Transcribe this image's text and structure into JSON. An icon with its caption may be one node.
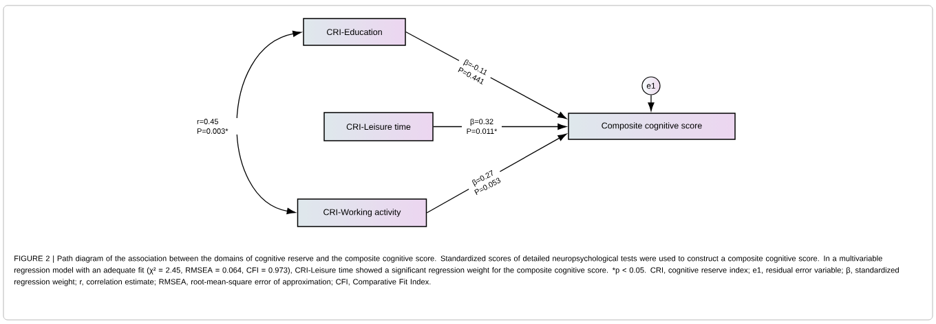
{
  "diagram": {
    "caption": "FIGURE 2 | Path diagram of the association between the domains of cognitive reserve and the composite cognitive score. Standardized scores of detailed neuropsychological tests were used to construct a composite cognitive score. In a multivariable regression model with an adequate fit (χ² = 2.45, RMSEA = 0.064, CFI = 0.973), CRI-Leisure time showed a significant regression weight for the composite cognitive score. *p < 0.05. CRI, cognitive reserve index; e1, residual error variable; β, standardized regression weight; r, correlation estimate; RMSEA, root-mean-square error of approximation; CFI, Comparative Fit Index.",
    "nodes": [
      {
        "text": [
          "CRI-Education"
        ]
      },
      {
        "text": [
          "CRI-Leisure time"
        ]
      },
      {
        "text": [
          "CRI-Working activity"
        ]
      },
      {
        "text": [
          "Composite cognitive score"
        ]
      },
      {
        "text": [
          "e1"
        ]
      }
    ],
    "edges": [
      {
        "from": 0,
        "to": 2,
        "arrow": "both",
        "label": "r=0.45 P=0.003*"
      },
      {
        "from": 0,
        "to": 3,
        "arrow": "to",
        "label": "β=-0.11 P=0.441"
      },
      {
        "from": 1,
        "to": 3,
        "arrow": "to",
        "label": "β=0.32 P=0.011*"
      },
      {
        "from": 2,
        "to": 3,
        "arrow": "to",
        "label": "β=0.27 P=0.053"
      },
      {
        "from": 4,
        "to": 3,
        "arrow": "to"
      }
    ]
  }
}
